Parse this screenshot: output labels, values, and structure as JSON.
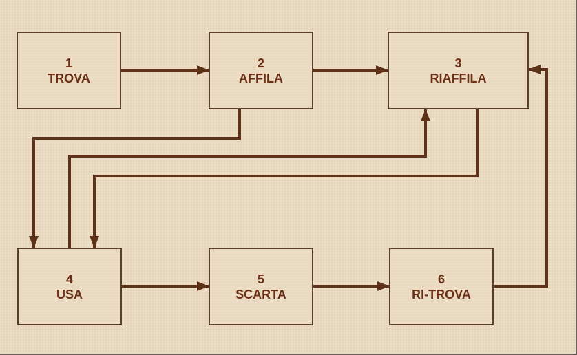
{
  "colors": {
    "background": "#ecdcc4",
    "arrow": "#5e3219",
    "text": "#6b2f16",
    "box_border": "#5a3d2b"
  },
  "steps": [
    {
      "number": "1",
      "label": "TROVA"
    },
    {
      "number": "2",
      "label": "AFFILA"
    },
    {
      "number": "3",
      "label": "RIAFFILA"
    },
    {
      "number": "4",
      "label": "USA"
    },
    {
      "number": "5",
      "label": "SCARTA"
    },
    {
      "number": "6",
      "label": "RI-TROVA"
    }
  ],
  "connections": [
    {
      "from": "1",
      "to": "2"
    },
    {
      "from": "2",
      "to": "3"
    },
    {
      "from": "2",
      "to": "4"
    },
    {
      "from": "3",
      "to": "4"
    },
    {
      "from": "4",
      "to": "3"
    },
    {
      "from": "4",
      "to": "5"
    },
    {
      "from": "5",
      "to": "6"
    },
    {
      "from": "6",
      "to": "3"
    }
  ]
}
